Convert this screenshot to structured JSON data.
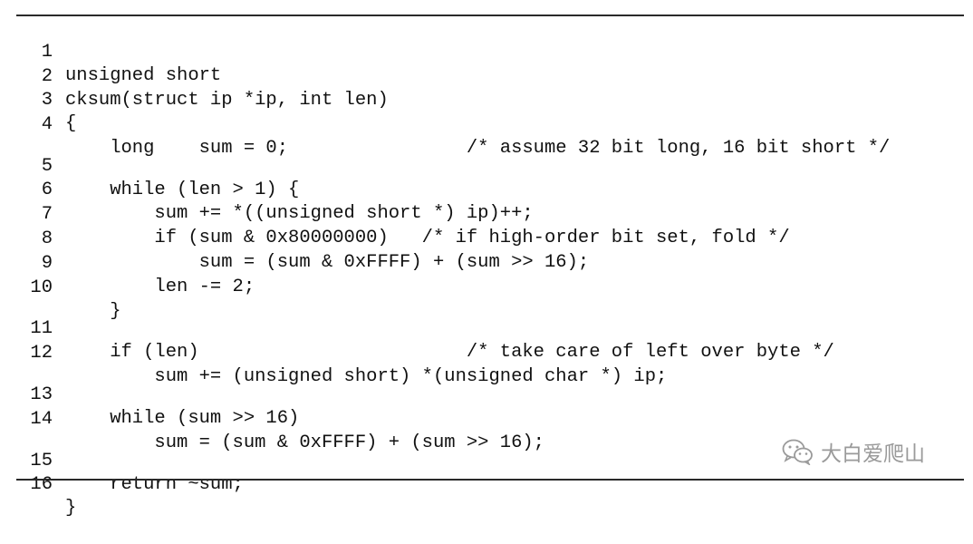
{
  "code_listing": {
    "lines": [
      {
        "num": "1",
        "text": "unsigned short"
      },
      {
        "num": "2",
        "text": "cksum(struct ip *ip, int len)"
      },
      {
        "num": "3",
        "text": "{"
      },
      {
        "num": "4",
        "text": "    long    sum = 0;                /* assume 32 bit long, 16 bit short */"
      },
      {
        "num": "5",
        "text": "    while (len > 1) {"
      },
      {
        "num": "6",
        "text": "        sum += *((unsigned short *) ip)++;"
      },
      {
        "num": "7",
        "text": "        if (sum & 0x80000000)   /* if high-order bit set, fold */"
      },
      {
        "num": "8",
        "text": "            sum = (sum & 0xFFFF) + (sum >> 16);"
      },
      {
        "num": "9",
        "text": "        len -= 2;"
      },
      {
        "num": "10",
        "text": "    }"
      },
      {
        "num": "11",
        "text": "    if (len)                        /* take care of left over byte */"
      },
      {
        "num": "12",
        "text": "        sum += (unsigned short) *(unsigned char *) ip;"
      },
      {
        "num": "13",
        "text": "    while (sum >> 16)"
      },
      {
        "num": "14",
        "text": "        sum = (sum & 0xFFFF) + (sum >> 16);"
      },
      {
        "num": "15",
        "text": "    return ~sum;"
      },
      {
        "num": "16",
        "text": "}"
      }
    ]
  },
  "watermark": {
    "text": "大白爱爬山",
    "icon": "wechat-icon"
  }
}
